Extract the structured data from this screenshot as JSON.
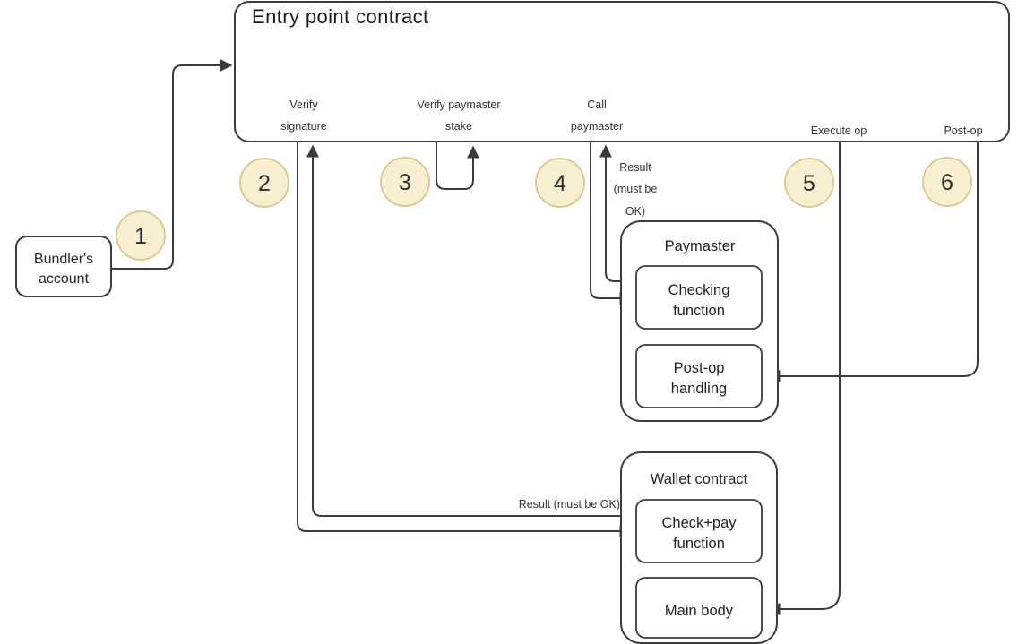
{
  "diagram": {
    "entry_point": {
      "title": "Entry point contract",
      "function_labels": {
        "verify_signature": [
          "Verify",
          "signature"
        ],
        "verify_paymaster_stake": [
          "Verify paymaster",
          "stake"
        ],
        "call_paymaster": [
          "Call",
          "paymaster"
        ],
        "execute_op": "Execute op",
        "post_op": "Post-op"
      }
    },
    "step_badges": [
      "1",
      "2",
      "3",
      "4",
      "5",
      "6"
    ],
    "bundler_account": {
      "label": [
        "Bundler's",
        "account"
      ]
    },
    "paymaster": {
      "title": "Paymaster",
      "checking_function": [
        "Checking",
        "function"
      ],
      "post_op_handling": [
        "Post-op",
        "handling"
      ]
    },
    "wallet_contract": {
      "title": "Wallet contract",
      "check_pay_function": [
        "Check+pay",
        "function"
      ],
      "main_body": "Main body"
    },
    "annotations": {
      "call_paymaster_result": [
        "Result",
        "(must be",
        "OK)"
      ],
      "check_pay_result": "Result (must be OK)"
    },
    "colors": {
      "step_badge_fill": "#f8efd1",
      "step_badge_border": "#d9c48c",
      "connector": "#3b3b3b",
      "box_border": "#3d3d3d"
    }
  }
}
